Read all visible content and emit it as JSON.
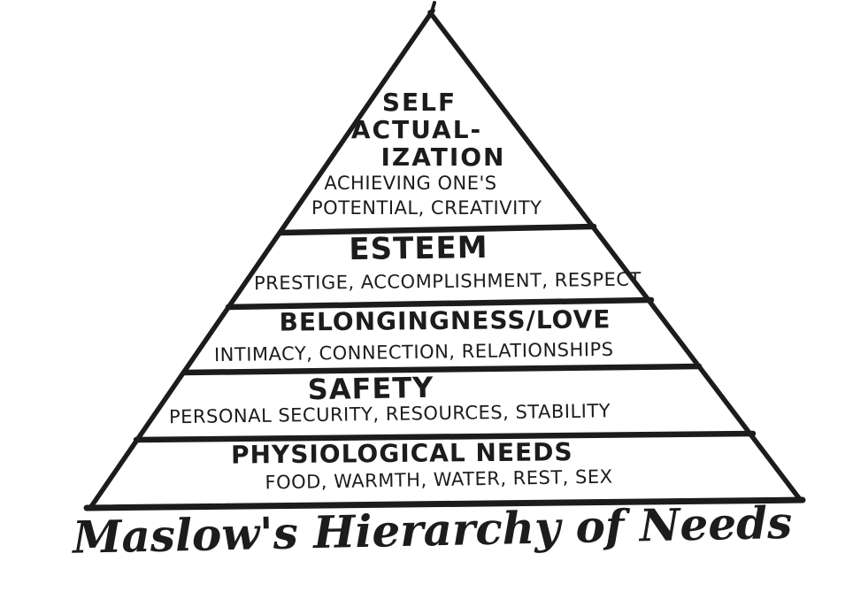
{
  "colors": {
    "ink": "#1c1c1c",
    "background": "#ffffff"
  },
  "diagram": {
    "type": "pyramid",
    "caption": "Maslow's Hierarchy of Needs",
    "levels": [
      {
        "rank": 1,
        "heading_lines": [
          "SELF",
          "ACTUAL-",
          "IZATION"
        ],
        "subtext_lines": [
          "ACHIEVING ONE'S",
          "POTENTIAL, CREATIVITY"
        ]
      },
      {
        "rank": 2,
        "heading_lines": [
          "ESTEEM"
        ],
        "subtext_lines": [
          "PRESTIGE, ACCOMPLISHMENT, RESPECT"
        ]
      },
      {
        "rank": 3,
        "heading_lines": [
          "BELONGINGNESS/LOVE"
        ],
        "subtext_lines": [
          "INTIMACY, CONNECTION, RELATIONSHIPS"
        ]
      },
      {
        "rank": 4,
        "heading_lines": [
          "SAFETY"
        ],
        "subtext_lines": [
          "PERSONAL SECURITY, RESOURCES, STABILITY"
        ]
      },
      {
        "rank": 5,
        "heading_lines": [
          "PHYSIOLOGICAL NEEDS"
        ],
        "subtext_lines": [
          "FOOD, WARMTH, WATER, REST, SEX"
        ]
      }
    ]
  }
}
